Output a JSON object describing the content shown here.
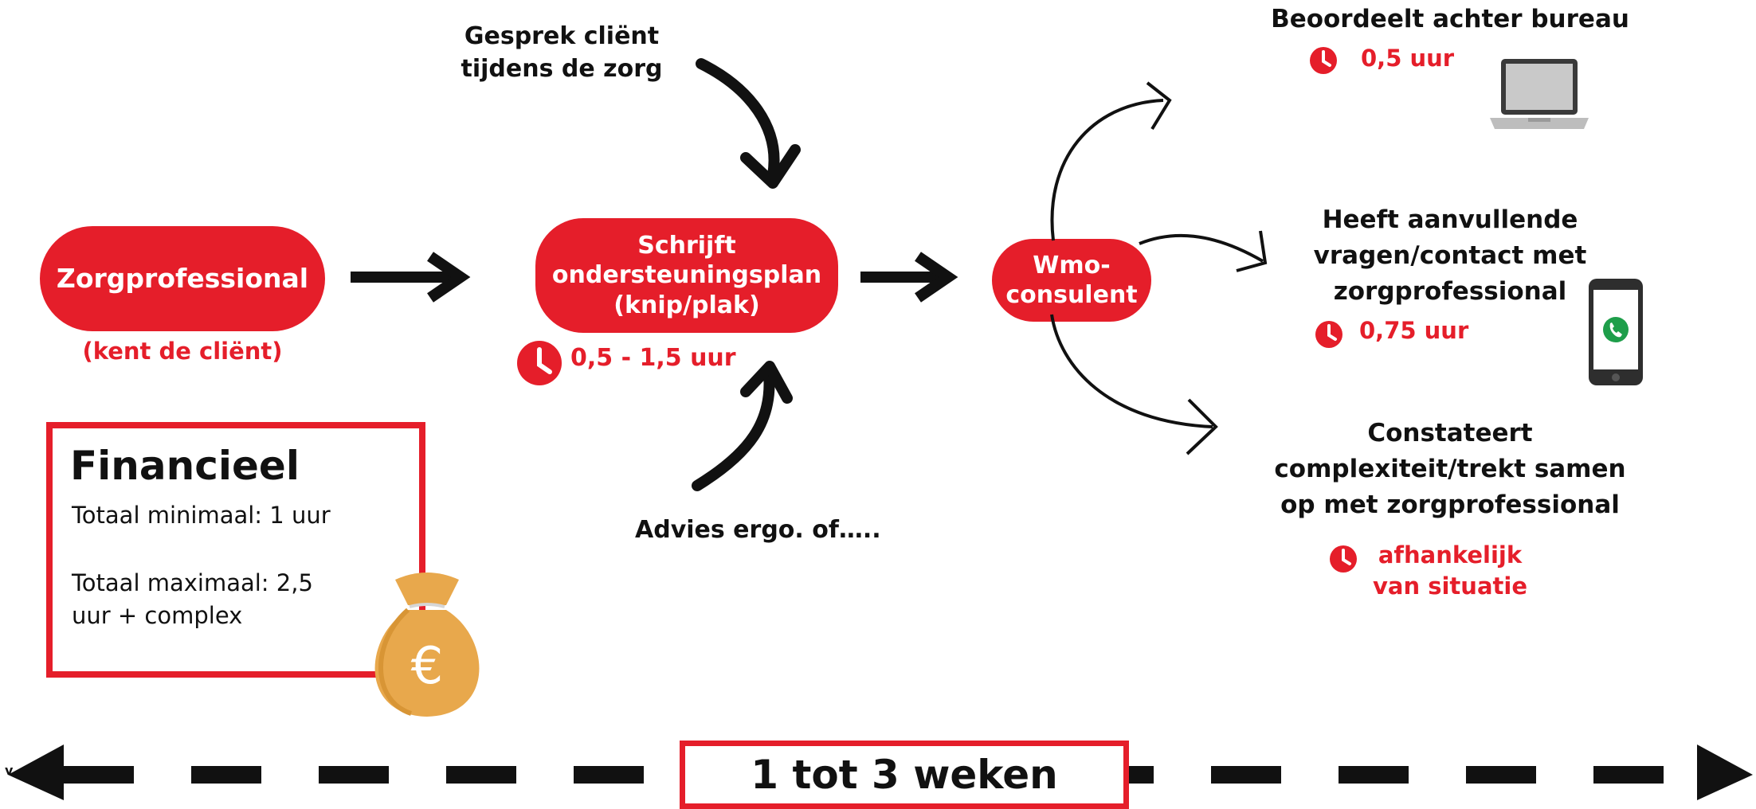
{
  "colors": {
    "accent": "#e51e2a",
    "text": "#111111",
    "bag": "#e8a84c"
  },
  "flow": {
    "zorgprofessional": {
      "label": "Zorgprofessional",
      "sub": "(kent de cliënt)"
    },
    "gesprek": {
      "line1": "Gesprek cliënt",
      "line2": "tijdens de zorg"
    },
    "plan": {
      "line1": "Schrijft",
      "line2": "ondersteuningsplan",
      "line3": "(knip/plak)",
      "time": "0,5 - 1,5 uur"
    },
    "advies": {
      "label": "Advies ergo. of….."
    },
    "wmo": {
      "line1": "Wmo-",
      "line2": "consulent"
    }
  },
  "outcomes": {
    "bureau": {
      "label": "Beoordeelt achter bureau",
      "time": "0,5 uur",
      "icon": "laptop-icon"
    },
    "vragen": {
      "line1": "Heeft aanvullende",
      "line2": "vragen/contact met",
      "line3": "zorgprofessional",
      "time": "0,75 uur",
      "icon": "phone-icon"
    },
    "complex": {
      "line1": "Constateert",
      "line2": "complexiteit/trekt samen",
      "line3": "op met zorgprofessional",
      "time1": "afhankelijk",
      "time2": "van situatie"
    }
  },
  "financieel": {
    "title": "Financieel",
    "min": "Totaal minimaal: 1 uur",
    "max1": "Totaal maximaal: 2,5",
    "max2": "uur + complex",
    "bag_symbol": "€",
    "icon": "money-bag-icon"
  },
  "timeline": {
    "label": "1 tot 3 weken",
    "left_fragment": "v"
  }
}
